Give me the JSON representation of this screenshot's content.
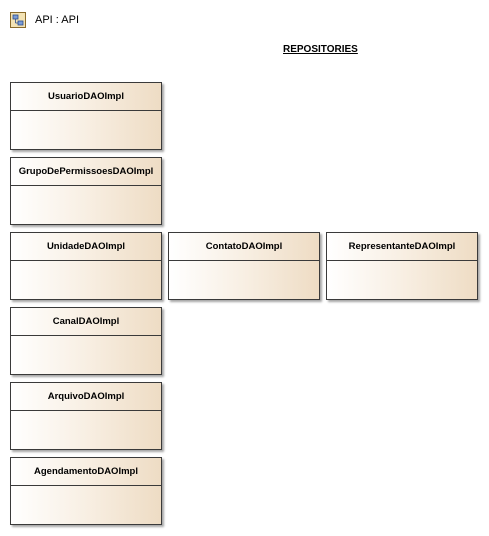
{
  "header": {
    "icon": "diagram-package-icon",
    "title": "API : API"
  },
  "section": {
    "title": "REPOSITORIES"
  },
  "classes": [
    {
      "name": "UsuarioDAOImpl"
    },
    {
      "name": "GrupoDePermissoesDAOImpl"
    },
    {
      "name": "UnidadeDAOImpl"
    },
    {
      "name": "ContatoDAOImpl"
    },
    {
      "name": "RepresentanteDAOImpl"
    },
    {
      "name": "CanalDAOImpl"
    },
    {
      "name": "ArquivoDAOImpl"
    },
    {
      "name": "AgendamentoDAOImpl"
    }
  ],
  "colors": {
    "class_fill_start": "#ffffff",
    "class_fill_end": "#eedcc4",
    "class_border": "#3a3a3a"
  }
}
